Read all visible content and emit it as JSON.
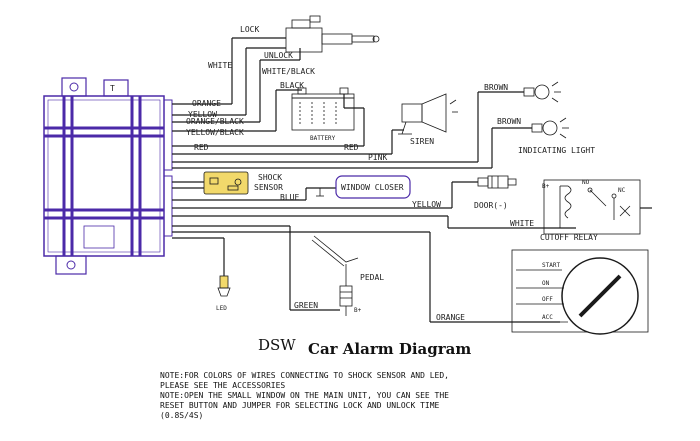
{
  "labels": {
    "lock": "LOCK",
    "unlock": "UNLOCK",
    "white_top": "WHITE",
    "white_black": "WHITE/BLACK",
    "black": "BLACK",
    "battery": "BATTERY",
    "red_battery": "RED",
    "pink": "PINK",
    "siren": "SIREN",
    "brown1": "BROWN",
    "brown2": "BROWN",
    "indicating_light": "INDICATING LIGHT",
    "orange": "ORANGE",
    "yellow": "YELLOW",
    "orange_black": "ORANGE/BLACK",
    "yellow_black": "YELLOW/BLACK",
    "red": "RED",
    "shock": "SHOCK",
    "sensor": "SENSOR",
    "blue": "BLUE",
    "window_closer": "WINDOW CLOSER",
    "yellow2": "YELLOW",
    "door": "DOOR(-)",
    "b_plus_relay": "B+",
    "no": "NO",
    "nc": "NC",
    "white_relay": "WHITE",
    "cutoff_relay": "CUTOFF RELAY",
    "start": "START",
    "on": "ON",
    "off": "OFF",
    "acc": "ACC",
    "pedal": "PEDAL",
    "b_plus_pedal": "B+",
    "green": "GREEN",
    "orange_bottom": "ORANGE",
    "led": "LED",
    "t_mark": "T"
  },
  "brand": "DSW",
  "title": "Car Alarm Diagram",
  "notes": [
    "NOTE:FOR COLORS OF WIRES CONNECTING TO SHOCK SENSOR AND LED,",
    "PLEASE SEE THE ACCESSORIES",
    "NOTE:OPEN THE SMALL WINDOW ON THE MAIN UNIT, YOU CAN SEE THE",
    "RESET BUTTON AND JUMPER FOR SELECTING  LOCK AND UNLOCK TIME",
    "(0.8S/4S)"
  ],
  "colors": {
    "unit_outline": "#4b2aa8",
    "wire": "#1a1a1a",
    "sensor_fill": "#f2d96b"
  }
}
